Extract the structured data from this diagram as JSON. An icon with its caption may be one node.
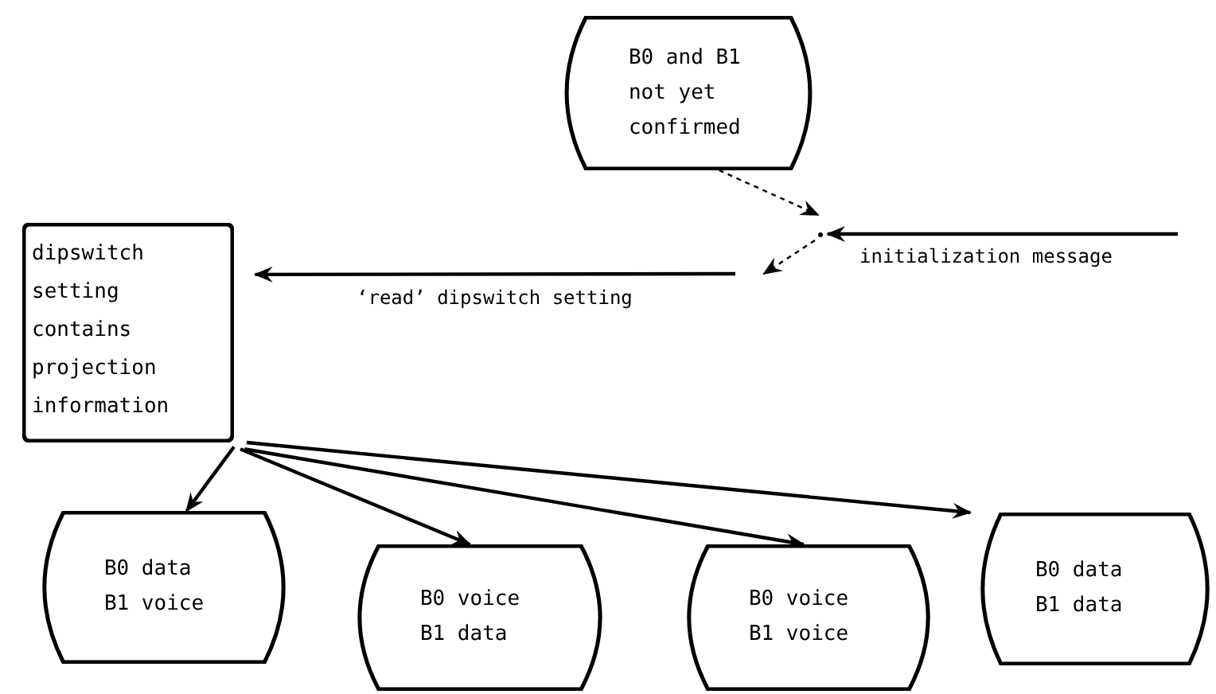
{
  "diagram": {
    "nodes": [
      {
        "text": [
          "B0 and B1 not yet confirmed"
        ]
      },
      {
        "text": [
          "dipswitch setting contains projection information"
        ]
      },
      {
        "text": [
          "B0 data B1 voice"
        ]
      },
      {
        "text": [
          "B0 voice B1 data"
        ]
      },
      {
        "text": [
          "B0 voice B1 voice"
        ]
      },
      {
        "text": [
          "B0 data B1 data"
        ]
      },
      {
        "text": [],
        "shape": "point"
      }
    ],
    "edges": [
      {
        "from": 0,
        "to": 6,
        "arrow": "to",
        "style": "dashed"
      },
      {
        "from": null,
        "to": 6,
        "arrow": "to",
        "label": "initialization message"
      },
      {
        "from": 6,
        "to": null,
        "arrow": "to",
        "style": "dashed"
      },
      {
        "from": null,
        "to": 1,
        "arrow": "to",
        "label": "‘read’ dipswitch setting"
      },
      {
        "from": 1,
        "to": 2,
        "arrow": "to"
      },
      {
        "from": 1,
        "to": 3,
        "arrow": "to"
      },
      {
        "from": 1,
        "to": 4,
        "arrow": "to"
      },
      {
        "from": 1,
        "to": 5,
        "arrow": "to"
      }
    ]
  }
}
